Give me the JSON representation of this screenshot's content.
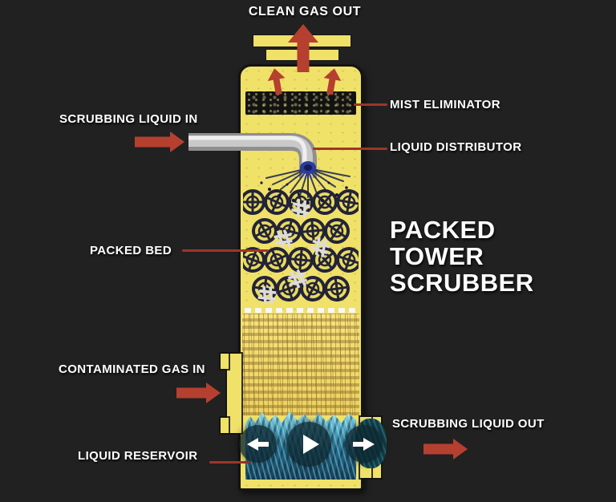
{
  "diagram": {
    "title_lines": [
      "PACKED",
      "TOWER",
      "SCRUBBER"
    ],
    "labels": {
      "clean_gas_out": "CLEAN GAS OUT",
      "mist_eliminator": "MIST ELIMINATOR",
      "liquid_distributor": "LIQUID DISTRIBUTOR",
      "scrubbing_liquid_in": "SCRUBBING LIQUID IN",
      "packed_bed": "PACKED BED",
      "contaminated_gas_in": "CONTAMINATED GAS IN",
      "scrubbing_liquid_out": "SCRUBBING LIQUID OUT",
      "liquid_reservoir": "LIQUID RESERVOIR"
    },
    "colors": {
      "background": "#212121",
      "tower_yellow": "#f0e169",
      "arrow_red": "#b5402f",
      "leader_red": "#a0342a",
      "label_white": "#ffffff",
      "pipe_gray": "#c6c6c6",
      "mist_black": "#121212",
      "water_blue": "#2e8fb0",
      "packing_dark": "#232338"
    },
    "player_controls": {
      "prev_icon": "left-arrow",
      "play_icon": "play",
      "next_icon": "right-arrow"
    }
  }
}
